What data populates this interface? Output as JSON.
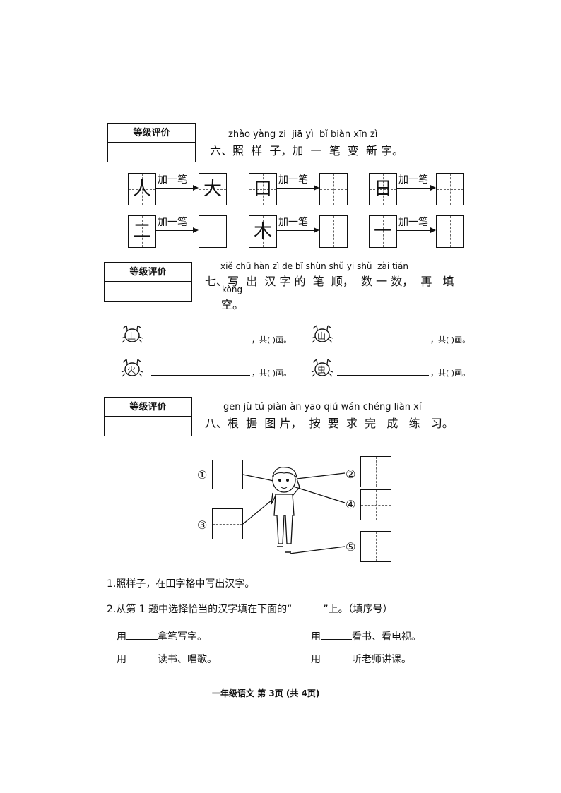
{
  "grade_label": "等级评价",
  "section6": {
    "pinyin": "zhào yàng zi  jiā yì  bǐ biàn xīn zì",
    "title": "六、照  样  子，加  一  笔  变  新 字。",
    "arrow_label": "加一笔",
    "row1": [
      "人",
      "大",
      "口",
      "",
      "日",
      ""
    ],
    "row2": [
      "二",
      "",
      "木",
      "",
      "一",
      ""
    ]
  },
  "section7": {
    "pinyin": "xiě chū hàn zì de bǐ shùn shǔ yi shǔ  zài tián",
    "title": "七、写  出  汉 字 的  笔  顺，  数 一 数，  再   填",
    "pinyin2": "kòng",
    "title2": "空。",
    "chars": [
      "上",
      "山",
      "火",
      "虫"
    ],
    "count_text": "，共(    )画。"
  },
  "section8": {
    "pinyin": "gēn jù tú piàn àn yāo qiú wán chéng liàn xí",
    "title": "八、根  据  图 片，  按  要  求  完   成   练   习。",
    "labels": [
      "①",
      "②",
      "③",
      "④",
      "⑤"
    ],
    "q1": "1.照样子，在田字格中写出汉字。",
    "q2": "2.从第 1 题中选择恰当的汉字填在下面的“",
    "q2_end": "”上。（填序号）",
    "fills": [
      {
        "pre": "用",
        "post": "拿笔写字。"
      },
      {
        "pre": "用",
        "post": "看书、看电视。"
      },
      {
        "pre": "用",
        "post": "读书、唱歌。"
      },
      {
        "pre": "用",
        "post": "听老师讲课。"
      }
    ]
  },
  "footer": "一年级语文  第 3页  (共 4页)"
}
